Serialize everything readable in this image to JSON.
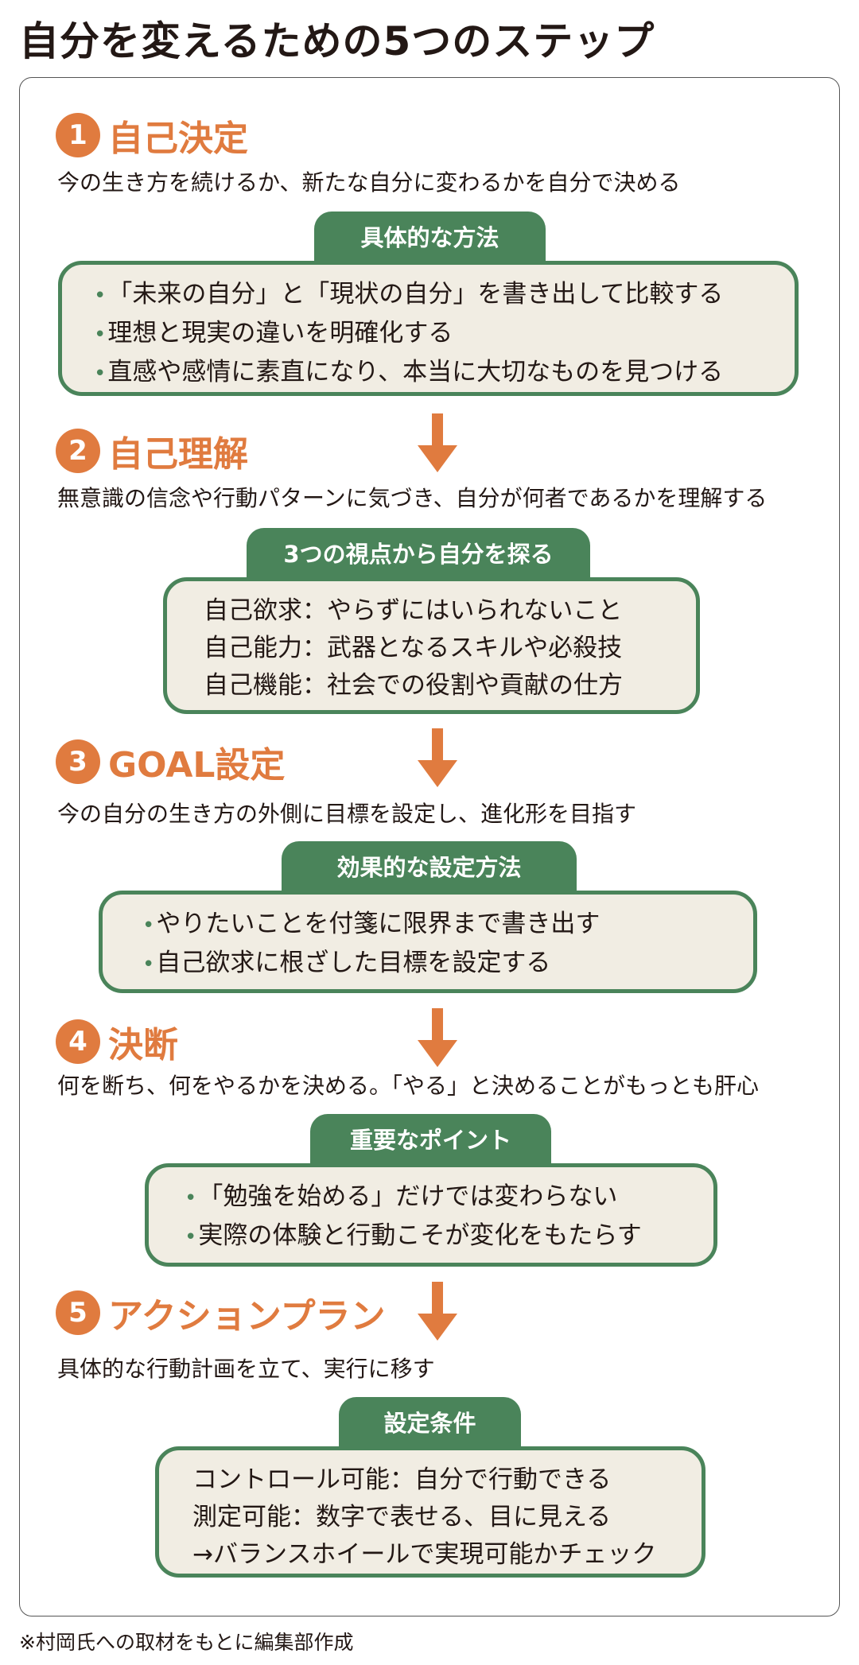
{
  "title": "自分を変えるための5つのステップ",
  "colors": {
    "accent": "#e07b3f",
    "green": "#4a845a",
    "box_fill": "#f1ede3"
  },
  "steps": [
    {
      "number": "1",
      "title": "自己決定",
      "description": "今の生き方を続けるか、新たな自分に変わるかを自分で決める",
      "tab": "具体的な方法",
      "bulleted": true,
      "items": [
        "「未来の自分」と「現状の自分」を書き出して比較する",
        "理想と現実の違いを明確化する",
        "直感や感情に素直になり、本当に大切なものを見つける"
      ]
    },
    {
      "number": "2",
      "title": "自己理解",
      "description": "無意識の信念や行動パターンに気づき、自分が何者であるかを理解する",
      "tab": "3つの視点から自分を探る",
      "bulleted": false,
      "items": [
        "自己欲求：やらずにはいられないこと",
        "自己能力：武器となるスキルや必殺技",
        "自己機能：社会での役割や貢献の仕方"
      ]
    },
    {
      "number": "3",
      "title": "GOAL設定",
      "description": "今の自分の生き方の外側に目標を設定し、進化形を目指す",
      "tab": "効果的な設定方法",
      "bulleted": true,
      "items": [
        "やりたいことを付箋に限界まで書き出す",
        "自己欲求に根ざした目標を設定する"
      ]
    },
    {
      "number": "4",
      "title": "決断",
      "description": "何を断ち、何をやるかを決める。「やる」と決めることがもっとも肝心",
      "tab": "重要なポイント",
      "bulleted": true,
      "items": [
        "「勉強を始める」だけでは変わらない",
        "実際の体験と行動こそが変化をもたらす"
      ]
    },
    {
      "number": "5",
      "title": "アクションプラン",
      "description": "具体的な行動計画を立て、実行に移す",
      "tab": "設定条件",
      "bulleted": false,
      "items": [
        "コントロール可能：自分で行動できる",
        "測定可能：数字で表せる、目に見える",
        "→バランスホイールで実現可能かチェック"
      ]
    }
  ],
  "bullet": "•",
  "footnote": "※村岡氏への取材をもとに編集部作成"
}
